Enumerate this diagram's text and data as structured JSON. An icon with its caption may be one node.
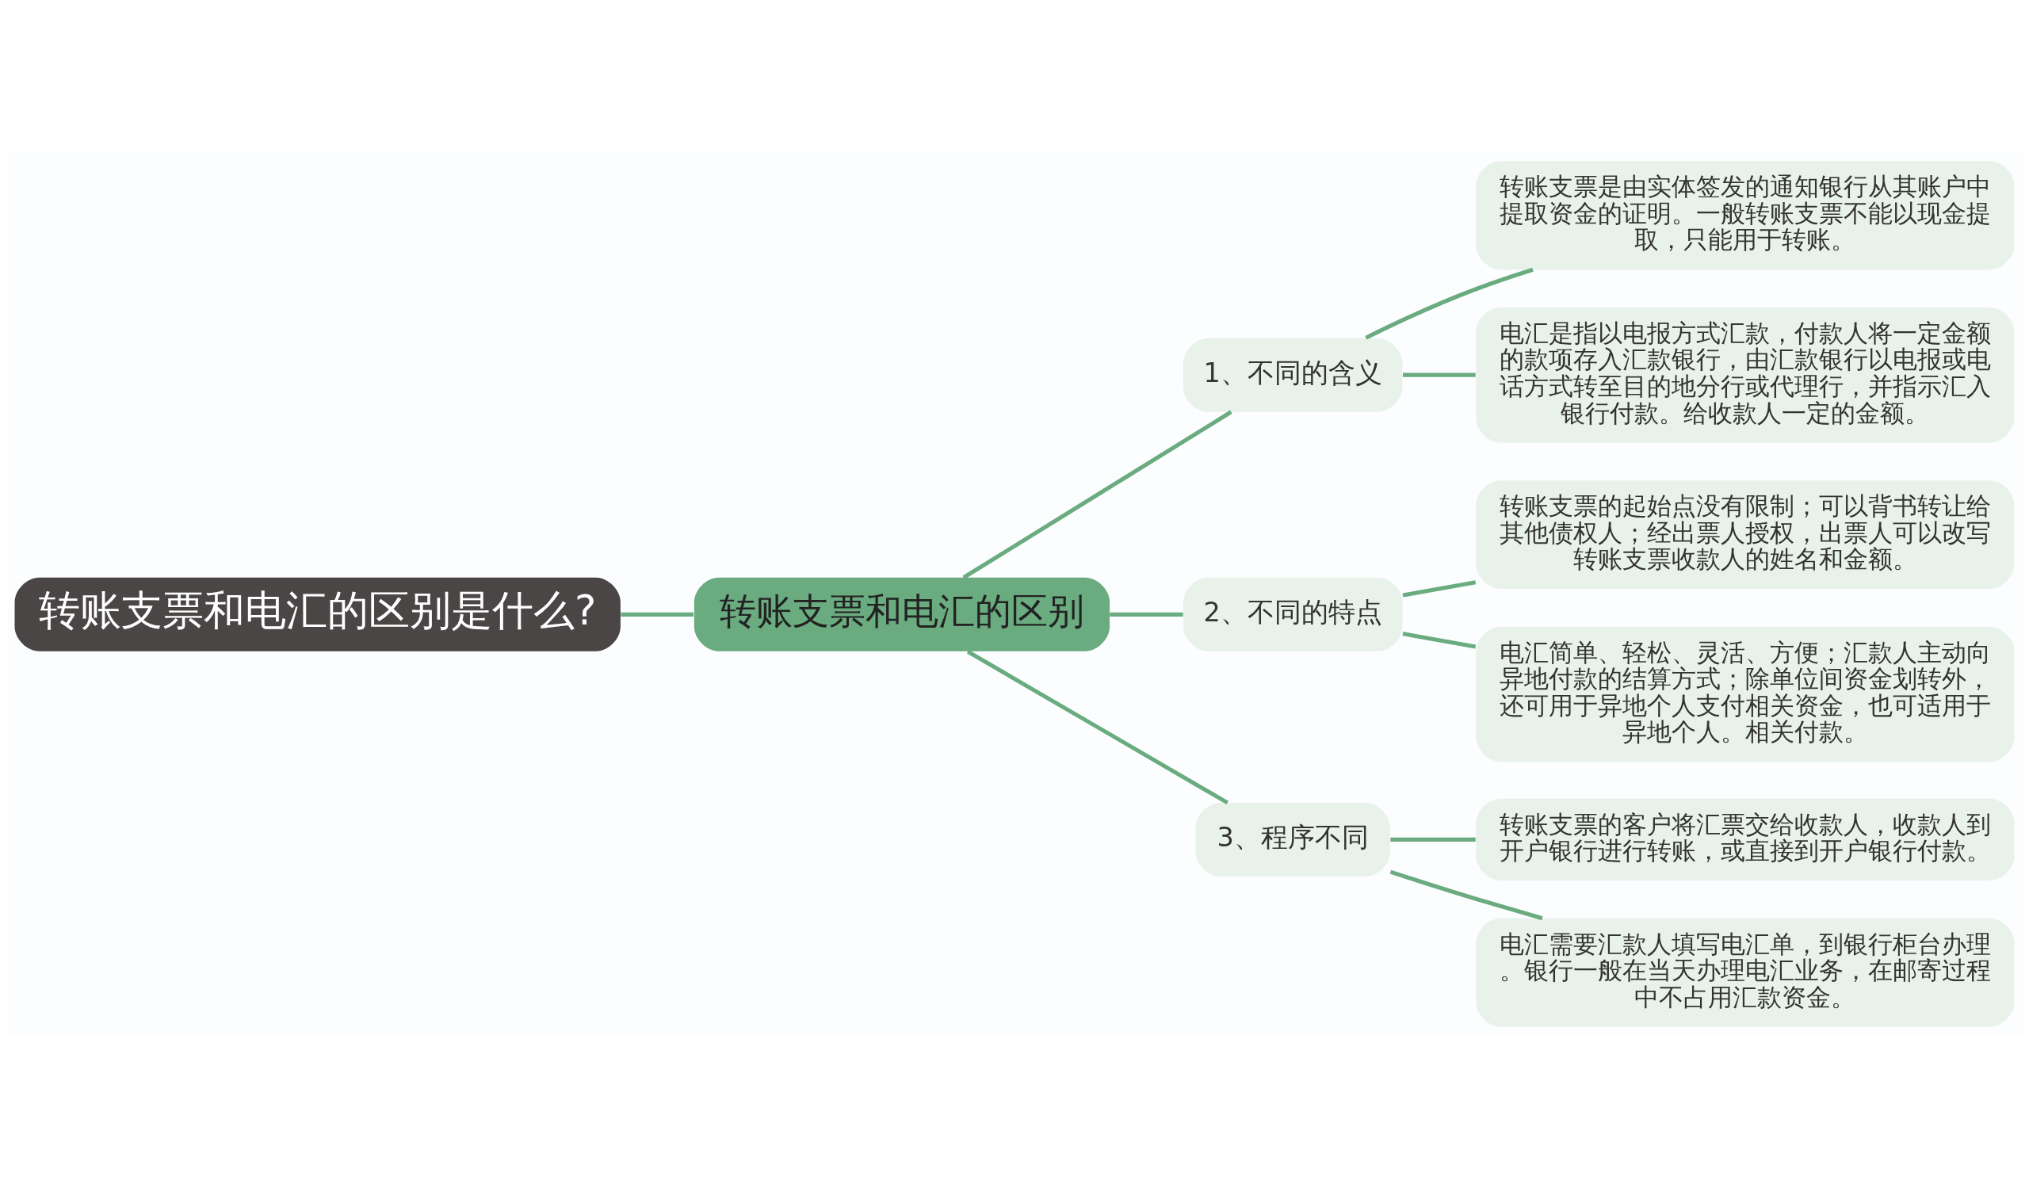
{
  "diagram": {
    "nodes": [
      {
        "text": [
          "转账支票和电汇的区别是什么?"
        ]
      },
      {
        "text": [
          "转账支票和电汇的区别"
        ]
      },
      {
        "text": [
          "1、不同的含义"
        ]
      },
      {
        "text": [
          "转账支票是由实体签发的通知银行从其账户中提取资金的证明。一般转账支票不能以现金提取，只能用于转账。"
        ]
      },
      {
        "text": [
          "电汇是指以电报方式汇款，付款人将一定金额的款项存入汇款银行，由汇款银行以电报或电话方式转至目的地分行或代理行，并指示汇入银行付款。给收款人一定的金额。"
        ]
      },
      {
        "text": [
          "2、不同的特点"
        ]
      },
      {
        "text": [
          "转账支票的起始点没有限制；可以背书转让给其他债权人；经出票人授权，出票人可以改写转账支票收款人的姓名和金额。"
        ]
      },
      {
        "text": [
          "电汇简单、轻松、灵活、方便；汇款人主动向异地付款的结算方式；除单位间资金划转外，还可用于异地个人支付相关资金，也可适用于异地个人。相关付款。"
        ]
      },
      {
        "text": [
          "3、程序不同"
        ]
      },
      {
        "text": [
          "转账支票的客户将汇票交给收款人，收款人到开户银行进行转账，或直接到开户银行付款。"
        ]
      },
      {
        "text": [
          "电汇需要汇款人填写电汇单，到银行柜台办理。银行一般在当天办理电汇业务，在邮寄过程中不占用汇款资金。"
        ]
      }
    ],
    "edges": [
      {
        "from": 0,
        "to": 1,
        "arrow": "none"
      },
      {
        "from": 1,
        "to": 2,
        "arrow": "none"
      },
      {
        "from": 1,
        "to": 5,
        "arrow": "none"
      },
      {
        "from": 1,
        "to": 8,
        "arrow": "none"
      },
      {
        "from": 2,
        "to": 3,
        "arrow": "none"
      },
      {
        "from": 2,
        "to": 4,
        "arrow": "none"
      },
      {
        "from": 5,
        "to": 6,
        "arrow": "none"
      },
      {
        "from": 5,
        "to": 7,
        "arrow": "none"
      },
      {
        "from": 8,
        "to": 9,
        "arrow": "none"
      },
      {
        "from": 8,
        "to": 10,
        "arrow": "none"
      }
    ]
  }
}
